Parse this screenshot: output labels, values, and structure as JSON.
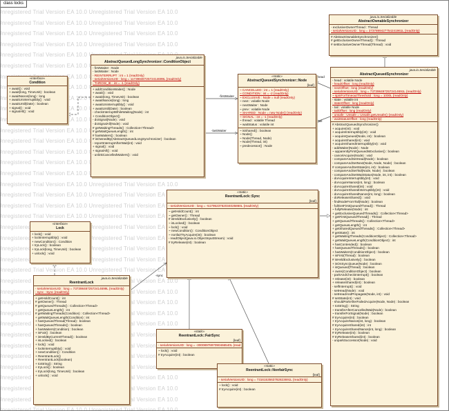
{
  "frame_label": "class locks",
  "watermark": "Unregistered Trial Version   EA 10.0 Unregistered Trial Version   EA 10.0",
  "colors": {
    "box_fill": "#fbf2da",
    "box_border": "#7a4a2a",
    "static_red": "#c00000",
    "watermark": "#cfcfcf"
  },
  "edges": {
    "last_waiter": "-lastWaiter",
    "first_waiter": "-firstWaiter",
    "head": "-head",
    "tail": "-tail",
    "sync": "-sync"
  },
  "classes": {
    "condition": {
      "stereotype": "«interface»",
      "name": "Condition",
      "sections": [
        [
          "+ await() : void",
          "+ await(long, TimeUnit) : boolean",
          "+ awaitNanos(long) : long",
          "+ awaitUninterruptibly() : void",
          "+ awaitUntil(Date) : boolean",
          "+ signal() : void",
          "+ signalAll() : void"
        ]
      ]
    },
    "aqls_condition_object": {
      "leaf": "java.io.Serializable",
      "name": "AbstractQueuedLongSynchronizer::ConditionObject",
      "sections": [
        [
          "- firstWaiter : Node",
          "- lastWaiter : Node",
          "- REINTERRUPT : int = 1 {readOnly}",
          "- serialVersionUID : long = 1173984872572414699L {readOnly}",
          "- THROW_IE : int = -1 {readOnly}"
        ],
        [
          "+ addConditionWaiter() : Node",
          "+ await() : void",
          "+ await(long, TimeUnit) : boolean",
          "+ awaitNanos(long) : long",
          "+ awaitUninterruptibly() : void",
          "+ awaitUntil(Date) : boolean",
          "- checkInterruptWhileWaiting(Node) : int",
          "+ ConditionObject()",
          "- doSignal(Node) : void",
          "- doSignalAll(Node) : void",
          "# getWaitingThreads() : Collection<Thread>",
          "# getWaitQueueLength() : int",
          "# hasWaiters() : boolean",
          "# isOwnedBy(AbstractQueuedLongSynchronizer) : boolean",
          "- reportInterruptAfterWait(int) : void",
          "+ signal() : void",
          "+ signalAll() : void",
          "- unlinkCancelledWaiters() : void"
        ]
      ]
    },
    "aqs_node": {
      "stereotype": "«static»",
      "name": "AbstractQueuedSynchronizer::Node",
      "leaf": "{leaf}",
      "sections": [
        [
          "~ CANCELLED : int = 1 {readOnly}",
          "~ CONDITION : int = -2 {readOnly}",
          "~ EXCLUSIVE : Node = null {readOnly}",
          "~ next : volatile Node",
          "~ nextWaiter : Node",
          "~ prev : volatile Node",
          "~ SHARED : Node = new Node() {readOnly}",
          "~ SIGNAL : int = -1 {readOnly}",
          "~ thread : volatile Thread",
          "~ waitStatus : volatile int"
        ],
        [
          "~ isShared() : boolean",
          "~ Node()",
          "~ Node(Thread, Node)",
          "~ Node(Thread, int)",
          "~ predecessor() : Node"
        ]
      ]
    },
    "aos": {
      "stereotype": "java.io.Serializable",
      "name": "AbstractOwnableSynchronizer",
      "sections": [
        [
          "- exclusiveOwnerThread : Thread",
          "- serialVersionUID : long = 3737899427754241961L {readOnly}"
        ],
        [
          "# AbstractOwnableSynchronizer()",
          "# getExclusiveOwnerThread() : Thread",
          "# setExclusiveOwnerThread(Thread) : void"
        ]
      ]
    },
    "aqs": {
      "leaf": "java.io.Serializable",
      "name": "AbstractQueuedSynchronizer",
      "sections": [
        [
          "- head : volatile Node",
          "- headOffset : long {readOnly}",
          "- nextOffset : long {readOnly}",
          "- serialVersionUID : long = 7373984972572414691L {readOnly}",
          "~ spinForTimeoutThreshold : long = 1000L {readOnly}",
          "- state : volatile int",
          "- stateOffset : long {readOnly}",
          "- tail : volatile Node",
          "- tailOffset : long {readOnly}",
          "- unsafe : Unsafe = Unsafe.getUnsafe() {readOnly}",
          "- waitStatusOffset : long {readOnly}"
        ],
        [
          "# AbstractQueuedSynchronizer()",
          "+ acquire(int) : void",
          "+ acquireInterruptibly(int) : void",
          "~ acquireQueued(Node, int) : boolean",
          "+ acquireShared(int) : void",
          "+ acquireSharedInterruptibly(int) : void",
          "- addWaiter(Node) : Node",
          "~ apparentlyFirstQueuedIsExclusive() : boolean",
          "- cancelAcquire(Node) : void",
          "- compareAndSetHead(Node) : boolean",
          "- compareAndSetNext(Node, Node, Node) : boolean",
          "# compareAndSetState(int, int) : boolean",
          "- compareAndSetTail(Node, Node) : boolean",
          "- compareAndSetWaitStatus(Node, int, int) : boolean",
          "- doAcquireInterruptibly(int) : void",
          "- doAcquireNanos(int, long) : boolean",
          "- doAcquireShared(int) : void",
          "- doAcquireSharedInterruptibly(int) : void",
          "- doAcquireSharedNanos(int, long) : boolean",
          "- doReleaseShared() : void",
          "- findNodeFromTail(Node) : boolean",
          "- fullGetFirstQueuedThread() : Thread",
          "~ fullyRelease(Node) : int",
          "+ getExclusiveQueuedThreads() : Collection<Thread>",
          "+ getFirstQueuedThread() : Thread",
          "+ getQueuedThreads() : Collection<Thread>",
          "+ getQueueLength() : int",
          "+ getSharedQueuedThreads() : Collection<Thread>",
          "# getState() : int",
          "+ getWaitingThreads(ConditionObject) : Collection<Thread>",
          "+ getWaitQueueLength(ConditionObject) : int",
          "+ hasContended() : boolean",
          "+ hasQueuedThreads() : boolean",
          "+ hasWaiters(ConditionObject) : boolean",
          "+ isFirst(Thread) : boolean",
          "# isHeldExclusively() : boolean",
          "+ isOnSyncQueue(Node) : boolean",
          "+ isQueued(Thread) : boolean",
          "+ owns(ConditionObject) : boolean",
          "- parkAndCheckInterrupt() : boolean",
          "+ release(int) : boolean",
          "+ releaseShared(int) : boolean",
          "- selfInterrupt() : void",
          "- setHead(Node) : void",
          "- setHeadAndPropagate(Node, int) : void",
          "# setState(int) : void",
          "- shouldParkAfterFailedAcquire(Node, Node) : boolean",
          "+ toString() : String",
          "~ transferAfterCancelledWait(Node) : boolean",
          "~ transferForSignal(Node) : boolean",
          "# tryAcquire(int) : boolean",
          "+ tryAcquireNanos(int, long) : boolean",
          "# tryAcquireShared(int) : int",
          "+ tryAcquireSharedNanos(int, long) : boolean",
          "# tryRelease(int) : boolean",
          "# tryReleaseShared(int) : boolean",
          "- unparkSuccessor(Node) : void"
        ]
      ]
    },
    "lock": {
      "stereotype": "«interface»",
      "name": "Lock",
      "sections": [
        [
          "+ lock() : void",
          "+ lockInterruptibly() : void",
          "+ newCondition() : Condition",
          "+ tryLock() : boolean",
          "+ tryLock(long, TimeUnit) : boolean",
          "+ unlock() : void"
        ]
      ]
    },
    "sync": {
      "stereotype": "«static»",
      "name": "ReentrantLock::Sync",
      "leaf": "{leaf}",
      "sections": [
        [
          "- serialVersionUID : long = -5179523762034025860L {readOnly}"
        ],
        [
          "~ getHoldCount() : int",
          "~ getOwner() : Thread",
          "# isHeldExclusively() : boolean",
          "~ isLocked() : boolean",
          "~ lock() : void",
          "~ newCondition() : ConditionObject",
          "~ nonfairTryAcquire(int) : boolean",
          "- readObject(java.io.ObjectInputStream) : void",
          "# tryRelease(int) : boolean"
        ]
      ]
    },
    "reentrant_lock": {
      "leaf": "java.io.Serializable",
      "name": "ReentrantLock",
      "sections": [
        [
          "- serialVersionUID : long = 7373984872572414699L {readOnly}",
          "- sync : Sync {readOnly}"
        ],
        [
          "+ getHoldCount() : int",
          "# getOwner() : Thread",
          "# getQueuedThreads() : Collection<Thread>",
          "+ getQueueLength() : int",
          "# getWaitingThreads(Condition) : Collection<Thread>",
          "+ getWaitQueueLength(Condition) : int",
          "+ hasQueuedThread(Thread) : boolean",
          "+ hasQueuedThreads() : boolean",
          "+ hasWaiters(Condition) : boolean",
          "+ isFair() : boolean",
          "+ isHeldByCurrentThread() : boolean",
          "+ isLocked() : boolean",
          "+ lock() : void",
          "+ lockInterruptibly() : void",
          "+ newCondition() : Condition",
          "+ ReentrantLock()",
          "+ ReentrantLock(boolean)",
          "+ toString() : String",
          "+ tryLock() : boolean",
          "+ tryLock(long, TimeUnit) : boolean",
          "+ unlock() : void"
        ]
      ]
    },
    "fair_sync": {
      "stereotype": "«static»",
      "name": "ReentrantLock::FairSync",
      "leaf": "{leaf}",
      "sections": [
        [
          "- serialVersionUID : long = -3000897897090466540L {readOnly}"
        ],
        [
          "~ lock() : void",
          "# tryAcquire(int) : boolean"
        ]
      ]
    },
    "nonfair_sync": {
      "stereotype": "«static»",
      "name": "ReentrantLock::NonfairSync",
      "leaf": "{leaf}",
      "sections": [
        [
          "- serialVersionUID : long = 7316153563782823691L {readOnly}"
        ],
        [
          "~ lock() : void",
          "# tryAcquire(int) : boolean"
        ]
      ]
    }
  }
}
